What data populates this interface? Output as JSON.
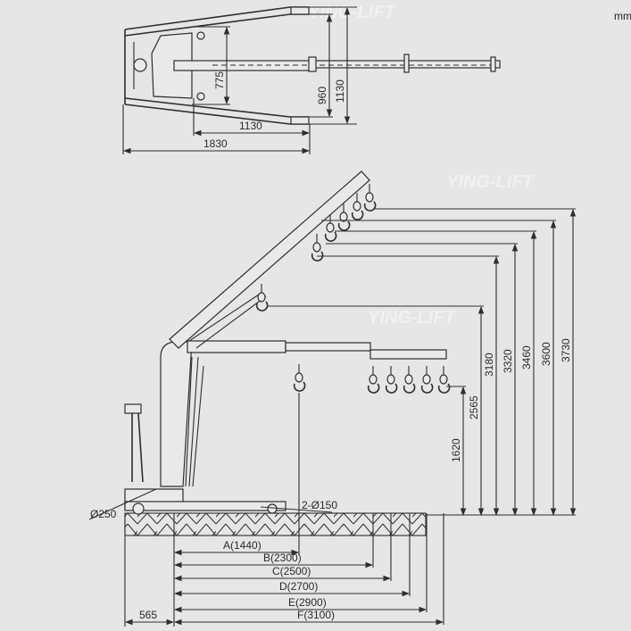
{
  "unit_label": "mm",
  "watermark": "YING-LIFT",
  "top_view": {
    "dims": {
      "d775": "775",
      "d960": "960",
      "d1130_vertical": "1130",
      "d1130_horizontal": "1130",
      "d1830": "1830"
    }
  },
  "side_view": {
    "heights": [
      "1620",
      "2565",
      "3180",
      "3320",
      "3460",
      "3600",
      "3730"
    ],
    "reaches": [
      "A(1440)",
      "B(2300)",
      "C(2500)",
      "D(2700)",
      "E(2900)",
      "F(3100)"
    ],
    "rear_offset": "565",
    "rear_wheel": "Ø250",
    "front_wheels": "2-Ø150"
  }
}
